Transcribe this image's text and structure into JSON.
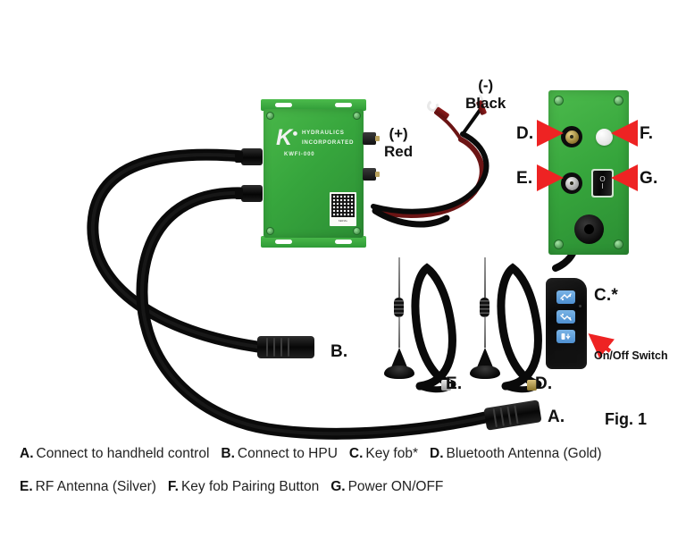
{
  "figure": {
    "caption": "Fig. 1",
    "background_color": "#ffffff"
  },
  "colors": {
    "enclosure_green": "#37a63d",
    "panel_green": "#36a53c",
    "arrow_red": "#ee2323",
    "fob_button_blue": "#5e9bd8",
    "gold_connector": "#b9a25e",
    "silver_connector": "#c9c9c9",
    "cable_black": "#0a0a0a",
    "text": "#1a1a1a"
  },
  "device": {
    "brand_mark": "K",
    "brand_line1": "HYDRAULICS",
    "brand_line2": "INCORPORATED",
    "model": "KWFI-000",
    "qr_label_text": "SERIAL"
  },
  "wire_labels": {
    "positive_sign": "(+)",
    "positive_name": "Red",
    "negative_sign": "(-)",
    "negative_name": "Black"
  },
  "callouts": [
    {
      "id": "A",
      "label": "A.",
      "name": "connector-a-handheld"
    },
    {
      "id": "B",
      "label": "B.",
      "name": "connector-b-hpu"
    },
    {
      "id": "C",
      "label": "C.*",
      "name": "key-fob"
    },
    {
      "id": "D_panel",
      "label": "D.",
      "name": "panel-bluetooth-antenna-port"
    },
    {
      "id": "F_panel",
      "label": "F.",
      "name": "panel-pairing-button"
    },
    {
      "id": "E_panel",
      "label": "E.",
      "name": "panel-rf-antenna-port"
    },
    {
      "id": "G_panel",
      "label": "G.",
      "name": "panel-power-switch"
    },
    {
      "id": "E_ant",
      "label": "E.",
      "name": "rf-antenna-silver"
    },
    {
      "id": "D_ant",
      "label": "D.",
      "name": "bluetooth-antenna-gold"
    }
  ],
  "fob_annotation": {
    "text": "On/Off Switch"
  },
  "panel_switch": {
    "off_mark": "O",
    "on_mark": "I"
  },
  "legend": {
    "rows": [
      [
        {
          "key": "A.",
          "text": "Connect to handheld control"
        },
        {
          "key": "B.",
          "text": "Connect to HPU"
        },
        {
          "key": "C.",
          "text": "Key fob*"
        },
        {
          "key": "D.",
          "text": "Bluetooth Antenna (Gold)"
        }
      ],
      [
        {
          "key": "E.",
          "text": "RF Antenna (Silver)"
        },
        {
          "key": "F.",
          "text": "Key fob Pairing Button"
        },
        {
          "key": "G.",
          "text": "Power ON/OFF"
        }
      ]
    ]
  }
}
